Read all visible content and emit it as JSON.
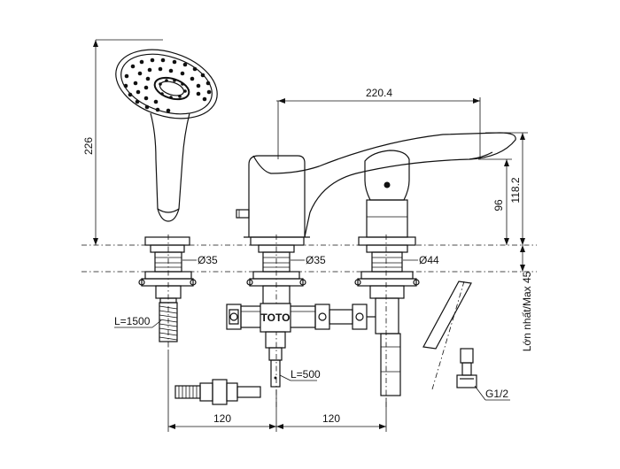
{
  "dimensions": {
    "handshower_height": "226",
    "spout_reach": "220.4",
    "spout_height_total": "118.2",
    "spout_height_outlet": "96",
    "max_deck_thickness": "Lớn nhất/Max 45",
    "diameter_handshower": "Ø35",
    "diameter_diverter": "Ø35",
    "diameter_spout": "Ø44",
    "hose_length_handshower": "L=1500",
    "hose_length_supply": "L=500",
    "spacing_left": "120",
    "spacing_right": "120",
    "thread_size": "G1/2"
  },
  "body_label": "TOTO"
}
